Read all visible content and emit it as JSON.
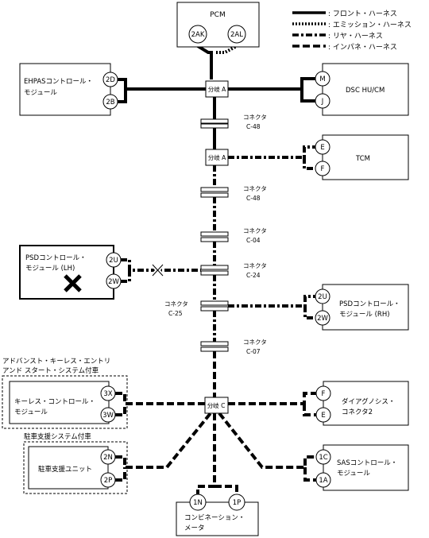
{
  "legend": {
    "front": ": フロント・ハーネス",
    "emission": ": エミッション・ハーネス",
    "rear": ": リヤ・ハーネス",
    "inpane": ": インパネ・ハーネス"
  },
  "pcm": {
    "title": "PCM",
    "pin_left": "2AK",
    "pin_right": "2AL"
  },
  "ehpas": {
    "line1": "EHPASコントロール・",
    "line2": "モジュール",
    "pin_top": "2D",
    "pin_bottom": "2B"
  },
  "dsc": {
    "title": "DSC HU/CM",
    "pin_top": "M",
    "pin_bottom": "J"
  },
  "tcm": {
    "title": "TCM",
    "pin_top": "E",
    "pin_bottom": "F"
  },
  "psd_lh": {
    "line1": "PSDコントロール・",
    "line2": "モジュール (LH)",
    "pin_top": "2U",
    "pin_bottom": "2W"
  },
  "psd_rh": {
    "line1": "PSDコントロール・",
    "line2": "モジュール (RH)",
    "pin_top": "2U",
    "pin_bottom": "2W"
  },
  "keyless_group": {
    "line1": "アドバンスト・キーレス・エントリ",
    "line2": "アンド スタート・システム付車"
  },
  "keyless": {
    "line1": "キーレス・コントロール・",
    "line2": "モジュール",
    "pin_top": "3X",
    "pin_bottom": "3W"
  },
  "parking_group": {
    "label": "駐車支援システム付車"
  },
  "parking": {
    "title": "駐車支援ユニット",
    "pin_top": "2N",
    "pin_bottom": "2P"
  },
  "diag": {
    "line1": "ダイアグノシス・",
    "line2": "コネクタ2",
    "pin_top": "F",
    "pin_bottom": "E"
  },
  "sas": {
    "line1": "SASコントロール・",
    "line2": "モジュール",
    "pin_top": "1C",
    "pin_bottom": "1A"
  },
  "combi": {
    "line1": "コンビネーション・",
    "line2": "メータ",
    "pin_left": "1N",
    "pin_right": "1P"
  },
  "splices": {
    "a1": "分岐 A",
    "a2": "分岐 A",
    "c": "分岐 C"
  },
  "connectors": {
    "word": "コネクタ",
    "c48_1": "C-48",
    "c48_2": "C-48",
    "c04": "C-04",
    "c24": "C-24",
    "c25": "C-25",
    "c07": "C-07"
  }
}
